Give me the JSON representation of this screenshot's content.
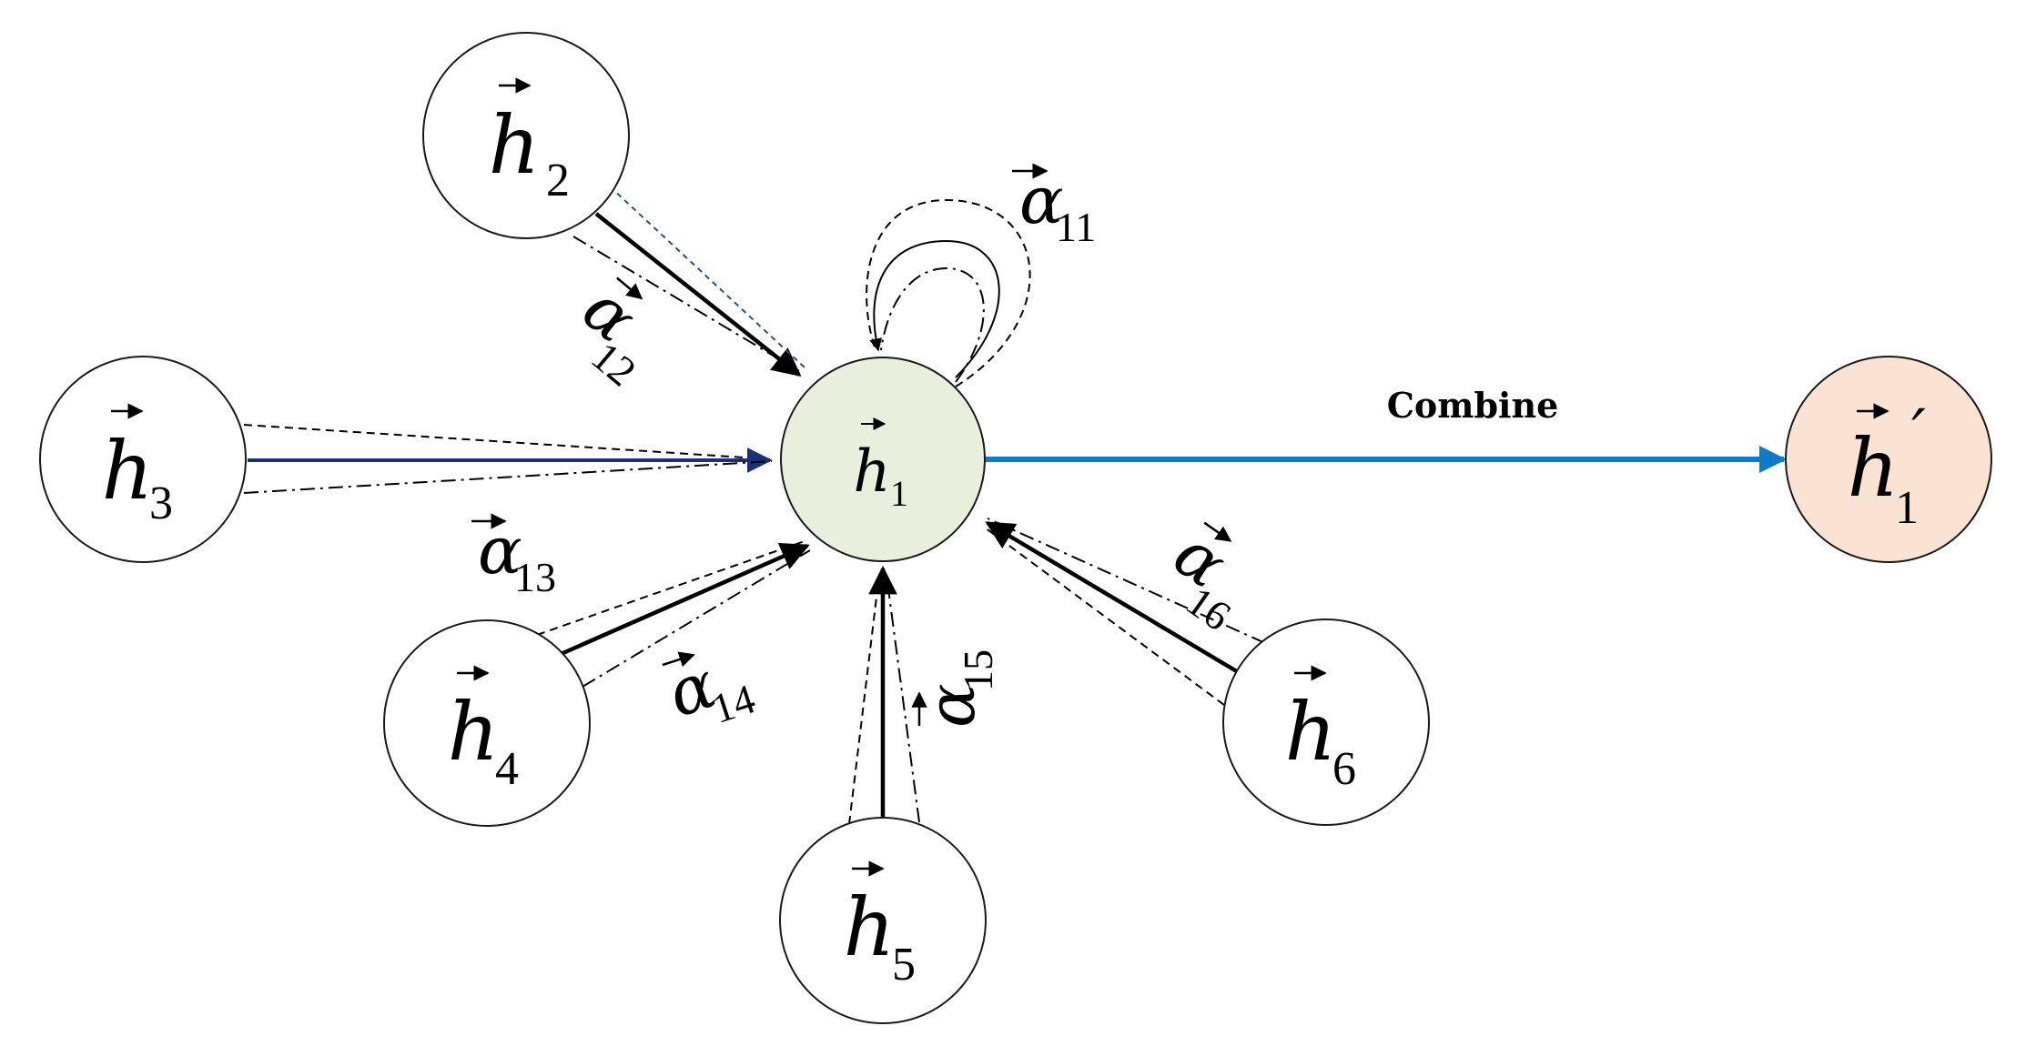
{
  "nodes": {
    "center": {
      "base": "h",
      "sub": "1",
      "prime": ""
    },
    "output": {
      "base": "h",
      "sub": "1",
      "prime": "′"
    },
    "n2": {
      "base": "h",
      "sub": "2"
    },
    "n3": {
      "base": "h",
      "sub": "3"
    },
    "n4": {
      "base": "h",
      "sub": "4"
    },
    "n5": {
      "base": "h",
      "sub": "5"
    },
    "n6": {
      "base": "h",
      "sub": "6"
    }
  },
  "attention": {
    "a11": {
      "base": "α",
      "sub": "11"
    },
    "a12": {
      "base": "α",
      "sub": "12"
    },
    "a13": {
      "base": "α",
      "sub": "13"
    },
    "a14": {
      "base": "α",
      "sub": "14"
    },
    "a15": {
      "base": "α",
      "sub": "15"
    },
    "a16": {
      "base": "α",
      "sub": "16"
    }
  },
  "combine_label": "Combine",
  "colors": {
    "combine_arrow": "#0b7ccc",
    "h3_edge": "#1c2f7a",
    "h2_dashed_edge": "#2a4c8c",
    "center_fill": "#e8f0dd",
    "output_fill": "#fbe3d3"
  }
}
